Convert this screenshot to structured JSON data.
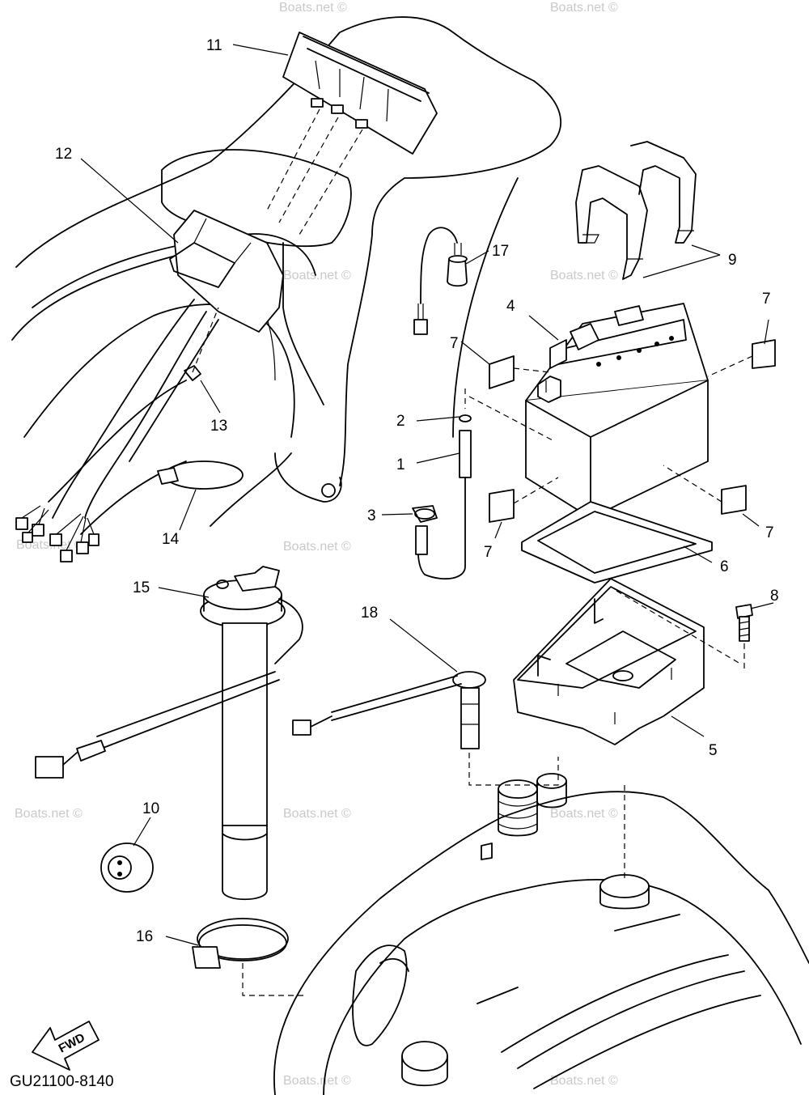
{
  "diagram_code": "GU21100-8140",
  "fwd_label": "FWD",
  "watermark": "Boats.net ©",
  "callouts": [
    "11",
    "12",
    "17",
    "9",
    "4",
    "7",
    "7",
    "2",
    "1",
    "13",
    "3",
    "7",
    "7",
    "6",
    "14",
    "15",
    "8",
    "18",
    "5",
    "10",
    "16"
  ]
}
